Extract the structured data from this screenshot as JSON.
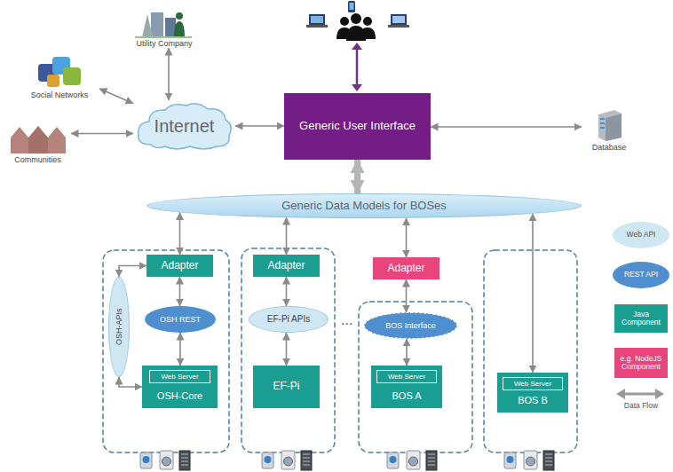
{
  "diagram": {
    "nodes": [
      {
        "text": [
          "Social Networks"
        ]
      },
      {
        "text": [
          "Utility Company"
        ]
      },
      {
        "text": [
          "Communities"
        ]
      },
      {
        "text": [
          "Internet"
        ]
      },
      {
        "text": [
          "Generic User Interface"
        ]
      },
      {
        "text": [
          "Database"
        ]
      },
      {
        "text": [
          "Generic Data Models for BOSes"
        ]
      },
      {
        "text": [
          "Adapter"
        ]
      },
      {
        "text": [
          "OSH-APIs"
        ]
      },
      {
        "text": [
          "OSH REST"
        ]
      },
      {
        "text": [
          "OSH-Core"
        ]
      },
      {
        "text": [
          "Web Server"
        ],
        "in": 10
      },
      {
        "text": [
          "Adapter"
        ]
      },
      {
        "text": [
          "EF-Pi APIs"
        ]
      },
      {
        "text": [
          "EF-Pi"
        ]
      },
      {
        "text": [
          "Adapter"
        ]
      },
      {
        "text": [
          "BOS Interface"
        ]
      },
      {
        "text": [
          "BOS A"
        ]
      },
      {
        "text": [
          "Web Server"
        ],
        "in": 17
      },
      {
        "text": [
          "BOS B"
        ]
      },
      {
        "text": [
          "Web Server"
        ],
        "in": 19
      }
    ],
    "edges": [
      {
        "from": 0,
        "to": 3,
        "arrow": "both"
      },
      {
        "from": 1,
        "to": 3,
        "arrow": "both"
      },
      {
        "from": 2,
        "to": 3,
        "arrow": "both"
      },
      {
        "from": 3,
        "to": 4,
        "arrow": "both"
      },
      {
        "from": 4,
        "to": 5,
        "arrow": "both"
      },
      {
        "from": 4,
        "to": 6,
        "arrow": "both"
      },
      {
        "from": 6,
        "to": 7,
        "arrow": "both"
      },
      {
        "from": 8,
        "to": 7,
        "arrow": "both"
      },
      {
        "from": 7,
        "to": 9,
        "arrow": "both"
      },
      {
        "from": 9,
        "to": 10,
        "arrow": "both"
      },
      {
        "from": 8,
        "to": 10,
        "arrow": "both"
      },
      {
        "from": 6,
        "to": 12,
        "arrow": "both"
      },
      {
        "from": 12,
        "to": 13,
        "arrow": "both"
      },
      {
        "from": 13,
        "to": 14,
        "arrow": "both"
      },
      {
        "from": 6,
        "to": 15,
        "arrow": "both"
      },
      {
        "from": 15,
        "to": 16,
        "arrow": "both"
      },
      {
        "from": 16,
        "to": 17,
        "arrow": "both"
      },
      {
        "from": 6,
        "to": 19,
        "arrow": "both"
      }
    ],
    "labels": [
      "..."
    ],
    "legend": [
      {
        "text": "Web API",
        "color": "#cfe6f3"
      },
      {
        "text": "REST API",
        "color": "#4f8fcf"
      },
      {
        "text": "Java Component",
        "color": "#1a9e92"
      },
      {
        "text": "e.g. NodeJS Component",
        "color": "#e8457d"
      },
      {
        "text": "Data Flow"
      }
    ]
  }
}
